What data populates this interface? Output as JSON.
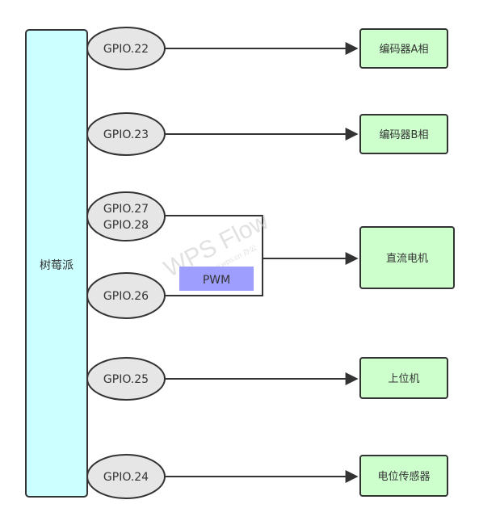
{
  "pi": {
    "label": "树莓派",
    "fill": "#ccffff",
    "stroke": "#333333"
  },
  "gpios": [
    {
      "id": "gpio-22",
      "label": "GPIO.22"
    },
    {
      "id": "gpio-23",
      "label": "GPIO.23"
    },
    {
      "id": "gpio-27-28",
      "label_line1": "GPIO.27",
      "label_line2": "GPIO.28"
    },
    {
      "id": "gpio-26",
      "label": "GPIO.26"
    },
    {
      "id": "gpio-25",
      "label": "GPIO.25"
    },
    {
      "id": "gpio-24",
      "label": "GPIO.24"
    }
  ],
  "gpio_style": {
    "fill": "#e6e6e6",
    "stroke": "#333333"
  },
  "targets": [
    {
      "id": "encoder-a",
      "label": "编码器A相"
    },
    {
      "id": "encoder-b",
      "label": "编码器B相"
    },
    {
      "id": "dc-motor",
      "label": "直流电机"
    },
    {
      "id": "host-pc",
      "label": "上位机"
    },
    {
      "id": "potentiometer-sensor",
      "label": "电位传感器"
    }
  ],
  "target_style": {
    "fill": "#ccffcc",
    "stroke": "#333333"
  },
  "pwm": {
    "label": "PWM",
    "fill": "#9999ff"
  },
  "watermark": {
    "text": "WPS Flow",
    "sub": "www.wps.cn 办公"
  }
}
